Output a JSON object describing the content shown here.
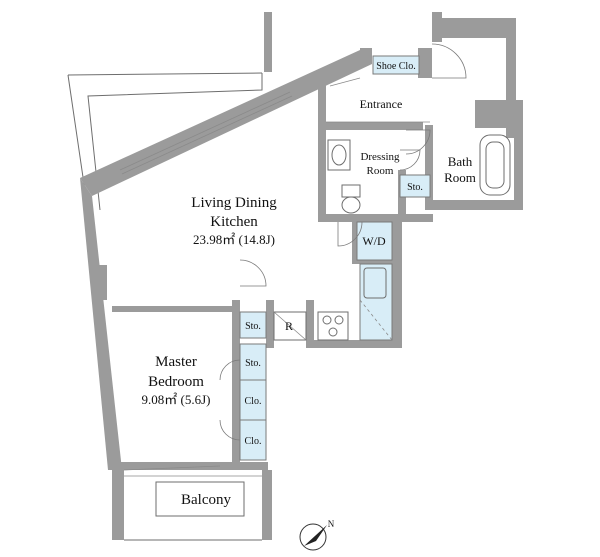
{
  "rooms": {
    "ldk": {
      "line1": "Living Dining",
      "line2": "Kitchen",
      "area": "23.98㎡ (14.8J)"
    },
    "master": {
      "line1": "Master",
      "line2": "Bedroom",
      "area": "9.08㎡ (5.6J)"
    },
    "balcony": "Balcony",
    "entrance": "Entrance",
    "shoe_closet": "Shoe Clo.",
    "dressing": {
      "line1": "Dressing",
      "line2": "Room"
    },
    "bath": {
      "line1": "Bath",
      "line2": "Room"
    },
    "bath_storage": "Sto.",
    "wd": "W/D",
    "refrigerator": "R",
    "sto_hall": "Sto.",
    "sto_bedroom": "Sto.",
    "closet_1": "Clo.",
    "closet_2": "Clo."
  },
  "compass": {
    "label": "N"
  }
}
